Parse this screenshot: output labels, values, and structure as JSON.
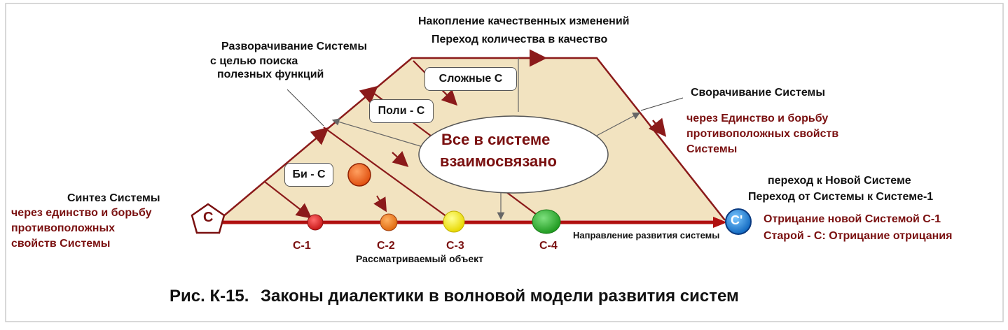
{
  "diagram": {
    "top_label_1": "Накопление качественных изменений",
    "top_label_2": "Переход количества в качество",
    "unfold_1": "Разворачивание Системы",
    "unfold_2": "с целью поиска",
    "unfold_3": "полезных функций",
    "fold_title": "Сворачивание Системы",
    "fold_1": "через Единство и борьбу",
    "fold_2": "противоположных свойств",
    "fold_3": "Системы",
    "synth_title": "Синтез Системы",
    "synth_1": "через единство и борьбу",
    "synth_2": "противоположных",
    "synth_3": "свойств Системы",
    "newsys_1": "переход к Новой Системе",
    "newsys_2": "Переход от Системы к Системе-1",
    "negation_1": "Отрицание новой Системой С-1",
    "negation_2": "Старой - С: Отрицание отрицания",
    "center_1": "Все  в системе",
    "center_2": "взаимосвязано",
    "box_bi": "Би - С",
    "box_poly": "Поли - С",
    "box_complex": "Сложные С",
    "start_node": "С",
    "end_node": "С'",
    "node_c1": "С-1",
    "node_c2": "С-2",
    "node_c3": "С-3",
    "node_c4": "С-4",
    "object_label": "Рассматриваемый объект",
    "direction_label": "Направление развития системы",
    "caption_a": "Рис. К-15.",
    "caption_b": "Законы диалектики в волновой модели развития систем"
  },
  "colors": {
    "fill": "#f2e3c0",
    "line": "#8b1a1a",
    "axis": "#b01010",
    "c1": "#d42020",
    "c2": "#f07a20",
    "c3": "#f5ea10",
    "c4": "#2fa830",
    "end": "#1a7fd8",
    "orange_ball": "#f06a20"
  }
}
